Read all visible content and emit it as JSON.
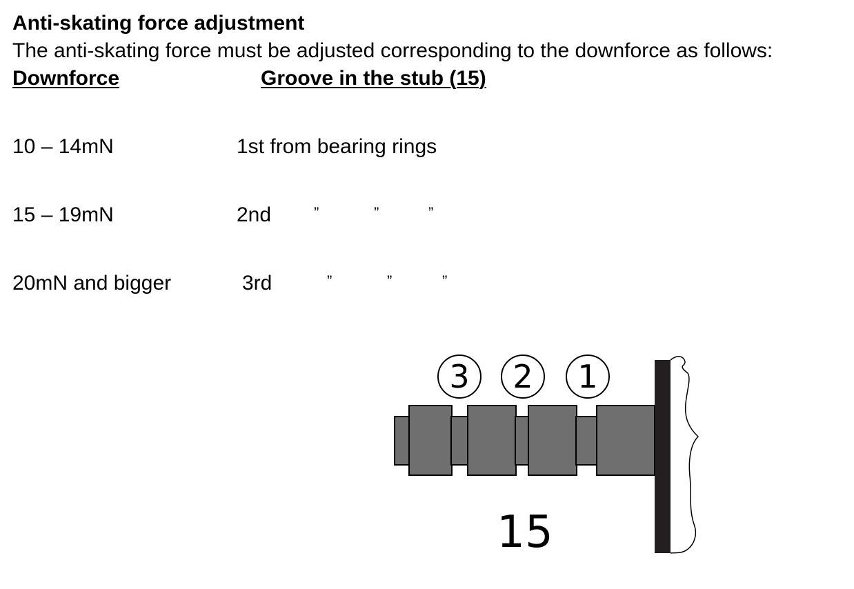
{
  "heading": "Anti-skating force adjustment",
  "intro": "The anti-skating force must be adjusted corresponding to the downforce as follows:",
  "table": {
    "headers": [
      "Downforce",
      "Groove in the stub (15)"
    ],
    "rows": [
      {
        "downforce": "10 – 14mN",
        "groove": "1st from bearing rings",
        "ditto": [
          "",
          "",
          ""
        ]
      },
      {
        "downforce": "15 – 19mN",
        "groove": "2nd",
        "ditto": [
          "”",
          "”",
          "”"
        ]
      },
      {
        "downforce": "20mN and bigger",
        "groove": "3rd",
        "ditto": [
          "”",
          "”",
          "”"
        ]
      }
    ]
  },
  "figure": {
    "groove_labels": [
      "3",
      "2",
      "1"
    ],
    "part_label": "15",
    "colors": {
      "stub": "#6f6f6f",
      "plate": "#231f20",
      "outline": "#000000"
    }
  }
}
